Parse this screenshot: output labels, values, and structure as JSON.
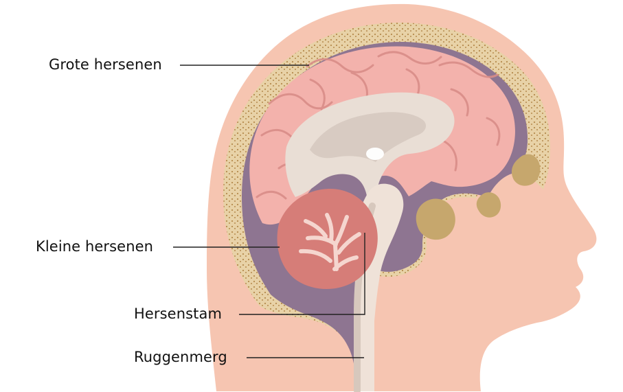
{
  "labels": {
    "cerebrum": "Grote hersenen",
    "cerebellum": "Kleine hersenen",
    "brainstem": "Hersenstam",
    "spinal_cord": "Ruggenmerg"
  },
  "colors": {
    "skin": "#F6C5B1",
    "skull": "#E8D2A7",
    "skull_dots": "#B58A4D",
    "csf": "#8E7591",
    "brain": "#F3B2AC",
    "brain_fold": "#D98D88",
    "cerebellum": "#D67D78",
    "ventricle": "#E9DED5",
    "brainstem": "#EFE2D8"
  }
}
